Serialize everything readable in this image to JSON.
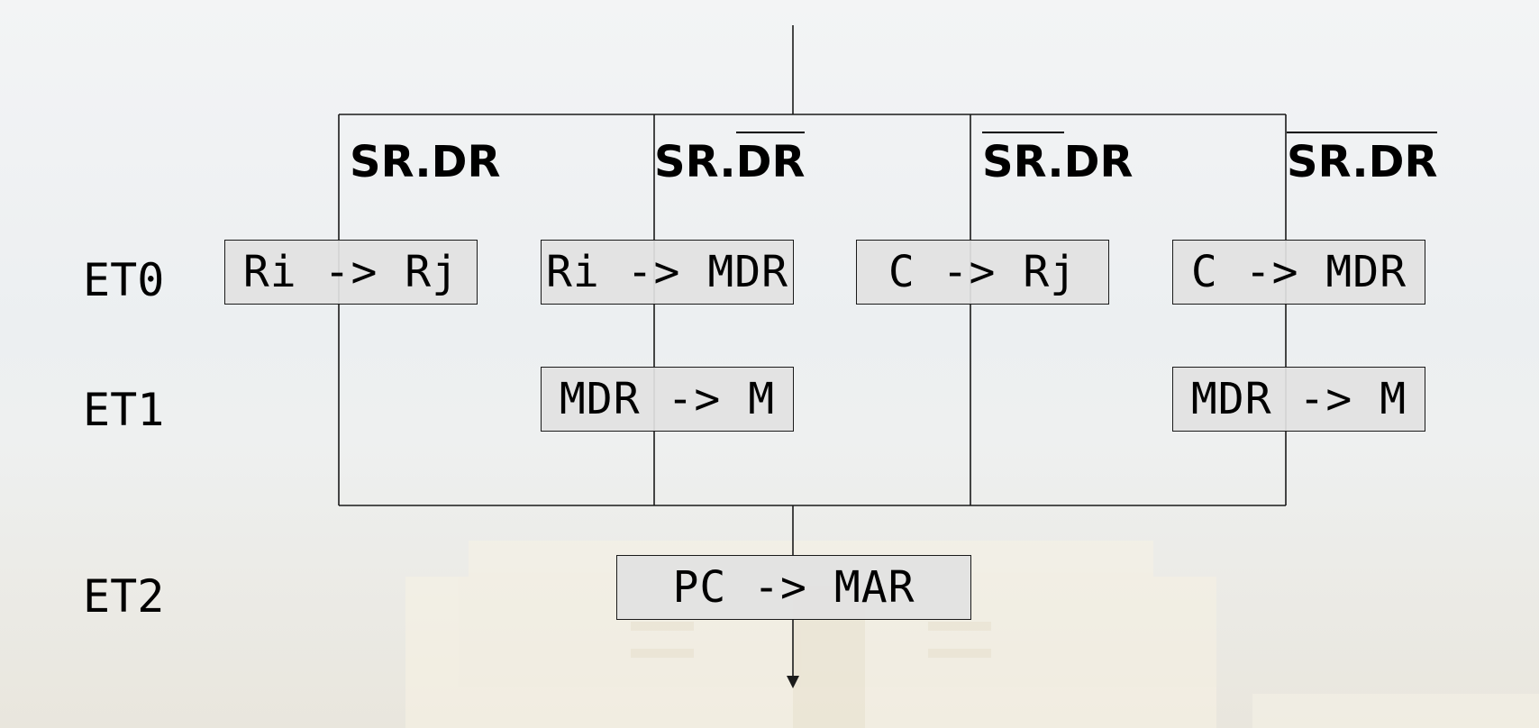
{
  "cycles": [
    {
      "id": "et0",
      "label": "ET0"
    },
    {
      "id": "et1",
      "label": "ET1"
    },
    {
      "id": "et2",
      "label": "ET2"
    }
  ],
  "conditions": [
    {
      "id": "c1",
      "sr": "SR.",
      "dr": "DR",
      "sr_negated": false,
      "dr_negated": false
    },
    {
      "id": "c2",
      "sr": "SR.",
      "dr": "DR",
      "sr_negated": false,
      "dr_negated": true
    },
    {
      "id": "c3",
      "sr": "SR.",
      "dr": "DR",
      "sr_negated": true,
      "dr_negated": false
    },
    {
      "id": "c4",
      "sr": "SR.",
      "dr": "DR",
      "sr_negated": true,
      "dr_negated": true
    }
  ],
  "operations": {
    "et0": [
      {
        "text": "Ri -> Rj"
      },
      {
        "text": "Ri -> MDR"
      },
      {
        "text": "C -> Rj"
      },
      {
        "text": "C -> MDR"
      }
    ],
    "et1": [
      {
        "text": "MDR -> M"
      },
      {
        "text": "MDR -> M"
      }
    ],
    "et2": [
      {
        "text": "PC -> MAR"
      }
    ]
  },
  "colors": {
    "line": "#1a1a1a",
    "box_fill": "#e2e2e2",
    "spellcheck_underline": "#d11111"
  }
}
